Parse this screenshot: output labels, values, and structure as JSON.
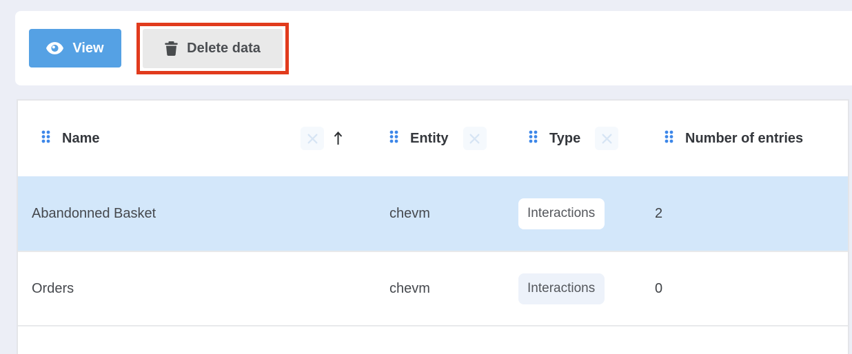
{
  "toolbar": {
    "view": {
      "label": "View"
    },
    "delete": {
      "label": "Delete data"
    }
  },
  "table": {
    "header": {
      "name": {
        "label": "Name"
      },
      "entity": {
        "label": "Entity"
      },
      "type": {
        "label": "Type"
      },
      "entries": {
        "label": "Number of entries"
      }
    },
    "rows": [
      {
        "name": "Abandonned Basket",
        "entity": "chevm",
        "type": "Interactions",
        "entries": "2",
        "selected": true
      },
      {
        "name": "Orders",
        "entity": "chevm",
        "type": "Interactions",
        "entries": "0",
        "selected": false
      }
    ]
  },
  "icons": {
    "view_button": "eye-icon",
    "delete_button": "trash-icon",
    "column_drag": "drag-handle-icon",
    "column_clear": "clear-filter-icon",
    "name_sort": "sort-ascending-icon"
  },
  "colors": {
    "page_background": "#eceef6",
    "accent_blue": "#55a1e4",
    "selected_row_blue": "#d3e7fa",
    "annotation_red": "#e13b1d",
    "drag_handle_blue": "#3d87e9",
    "delete_button_gray": "#e9e9e9"
  }
}
